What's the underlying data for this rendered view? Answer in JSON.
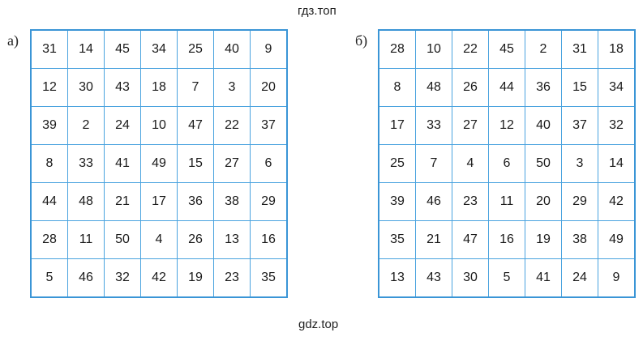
{
  "watermark_top": "гдз.топ",
  "watermark_bottom": "gdz.top",
  "grids": [
    {
      "label": "а)",
      "rows": [
        [
          "31",
          "14",
          "45",
          "34",
          "25",
          "40",
          "9"
        ],
        [
          "12",
          "30",
          "43",
          "18",
          "7",
          "3",
          "20"
        ],
        [
          "39",
          "2",
          "24",
          "10",
          "47",
          "22",
          "37"
        ],
        [
          "8",
          "33",
          "41",
          "49",
          "15",
          "27",
          "6"
        ],
        [
          "44",
          "48",
          "21",
          "17",
          "36",
          "38",
          "29"
        ],
        [
          "28",
          "11",
          "50",
          "4",
          "26",
          "13",
          "16"
        ],
        [
          "5",
          "46",
          "32",
          "42",
          "19",
          "23",
          "35"
        ]
      ]
    },
    {
      "label": "б)",
      "rows": [
        [
          "28",
          "10",
          "22",
          "45",
          "2",
          "31",
          "18"
        ],
        [
          "8",
          "48",
          "26",
          "44",
          "36",
          "15",
          "34"
        ],
        [
          "17",
          "33",
          "27",
          "12",
          "40",
          "37",
          "32"
        ],
        [
          "25",
          "7",
          "4",
          "6",
          "50",
          "3",
          "14"
        ],
        [
          "39",
          "46",
          "23",
          "11",
          "20",
          "29",
          "42"
        ],
        [
          "35",
          "21",
          "47",
          "16",
          "19",
          "38",
          "49"
        ],
        [
          "13",
          "43",
          "30",
          "5",
          "41",
          "24",
          "9"
        ]
      ]
    }
  ],
  "colors": {
    "grid_line": "#4aa3df",
    "text": "#1a1a1a"
  }
}
